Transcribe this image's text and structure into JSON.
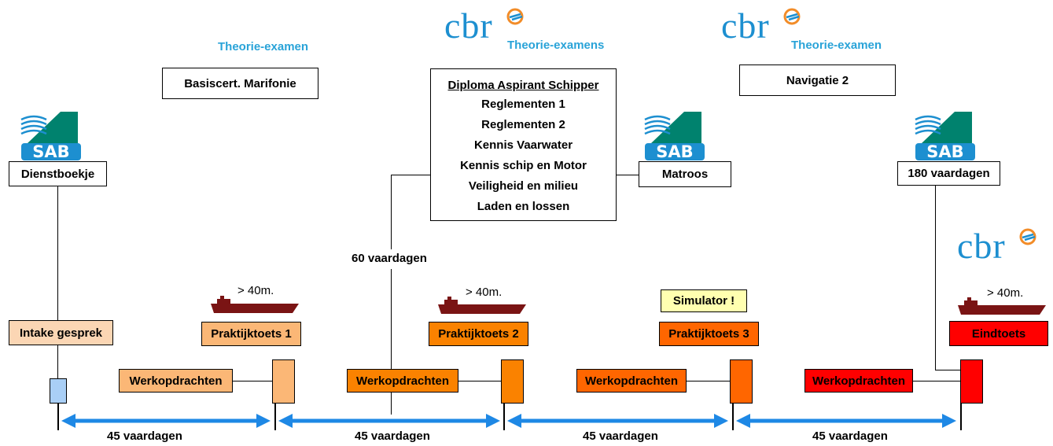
{
  "logos": {
    "cbr": "cbr",
    "sab": "SAB"
  },
  "theorie": {
    "left": "Theorie-examen",
    "middle": "Theorie-examens",
    "right": "Theorie-examen"
  },
  "exams": {
    "marifonie": "Basiscert. Marifonie",
    "navigatie": "Navigatie 2",
    "diploma_title": "Diploma Aspirant Schipper",
    "diploma_items": [
      "Reglementen 1",
      "Reglementen 2",
      "Kennis Vaarwater",
      "Kennis schip en Motor",
      "Veiligheid en milieu",
      "Laden en lossen"
    ]
  },
  "sab_boxes": {
    "dienstboekje": "Dienstboekje",
    "matroos": "Matroos",
    "vaardagen180": "180 vaardagen"
  },
  "sixty_vaardagen": "60 vaardagen",
  "ship_label": "> 40m.",
  "simulator": "Simulator !",
  "steps": {
    "intake": "Intake gesprek",
    "pt1": "Praktijktoets 1",
    "pt2": "Praktijktoets 2",
    "pt3": "Praktijktoets 3",
    "eind": "Eindtoets"
  },
  "werkopdrachten": [
    "Werkopdrachten",
    "Werkopdrachten",
    "Werkopdrachten",
    "Werkopdrachten"
  ],
  "periods": [
    "45 vaardagen",
    "45 vaardagen",
    "45 vaardagen",
    "45 vaardagen"
  ],
  "colors": {
    "cbr_blue": "#1d8fd0",
    "theorie_blue": "#29a3d8",
    "sab_green": "#00826e",
    "arrow_blue": "#1e88e5",
    "ship_red": "#7a1414",
    "intake_fill": "#fbd6b4",
    "stage1": "#fbb776",
    "stage2": "#fa8200",
    "stage3": "#ff6600",
    "stage4": "#ff0000",
    "first_pillar": "#a9cff6",
    "simulator_fill": "#ffffb0"
  }
}
